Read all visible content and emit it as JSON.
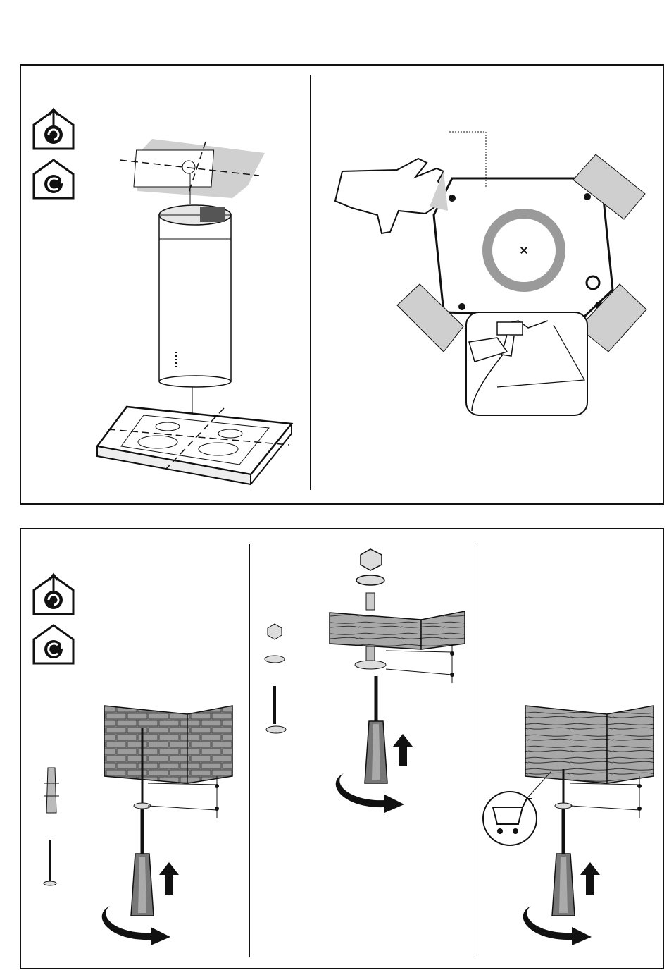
{
  "page": {
    "sections": [
      {
        "id": "top",
        "panels": [
          "hood-alignment",
          "ceiling-template-drilling"
        ]
      },
      {
        "id": "bottom",
        "panels": [
          "brick-wall-fixing",
          "wood-through-bolt",
          "wood-direct-screw"
        ]
      }
    ],
    "icons": {
      "ducted_mode": "ducted-mode-icon",
      "recirculation_mode": "recirculation-mode-icon",
      "cart": "shopping-cart-icon"
    },
    "colors": {
      "line": "#111111",
      "template_sheet": "#d0d0d0",
      "tape": "#cfcfcf",
      "brick": "#8d8d8d",
      "wood": "#a8a8a8",
      "ring": "#9a9a9a"
    }
  }
}
